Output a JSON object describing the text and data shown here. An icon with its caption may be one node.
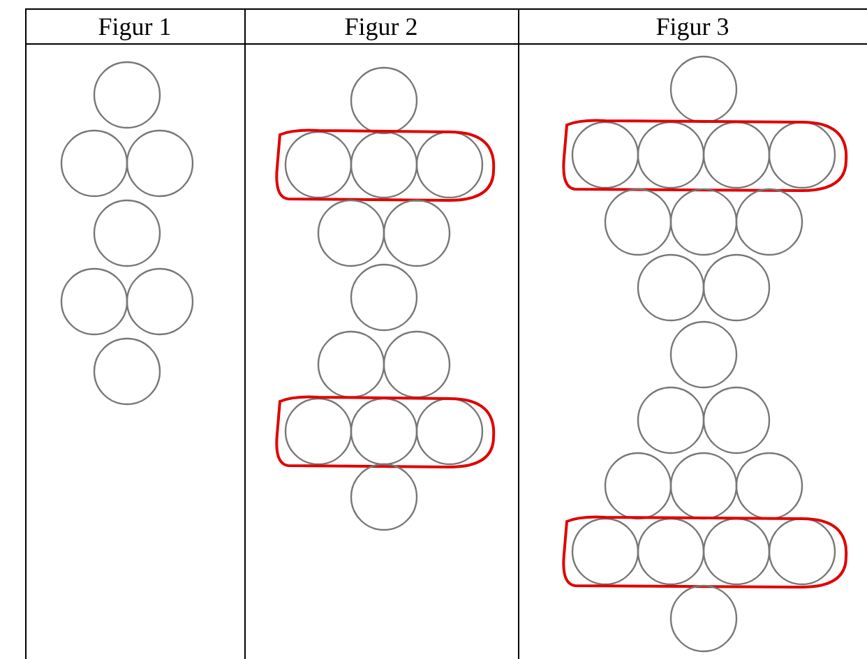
{
  "diagram": {
    "labels": [
      "Figur 1",
      "Figur 2",
      "Figur 3"
    ]
  }
}
